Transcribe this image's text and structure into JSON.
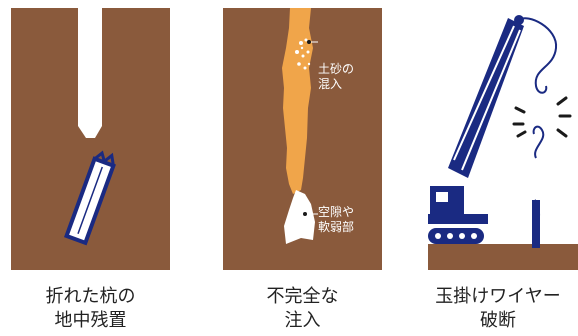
{
  "captions": {
    "broken_pile": [
      "折れた杭の",
      "地中残置"
    ],
    "incomplete_injection": [
      "不完全な",
      "注入"
    ],
    "sling_wire_break": [
      "玉掛けワイヤー",
      "破断"
    ]
  },
  "labels": {
    "soil_mixing": [
      "土砂の",
      "混入"
    ],
    "voids_weak": [
      "空隙や",
      "軟弱部"
    ]
  },
  "colors": {
    "soil": "#8a5a3c",
    "grout": "#f0a54a",
    "navy": "#1a2a82",
    "white": "#ffffff"
  }
}
